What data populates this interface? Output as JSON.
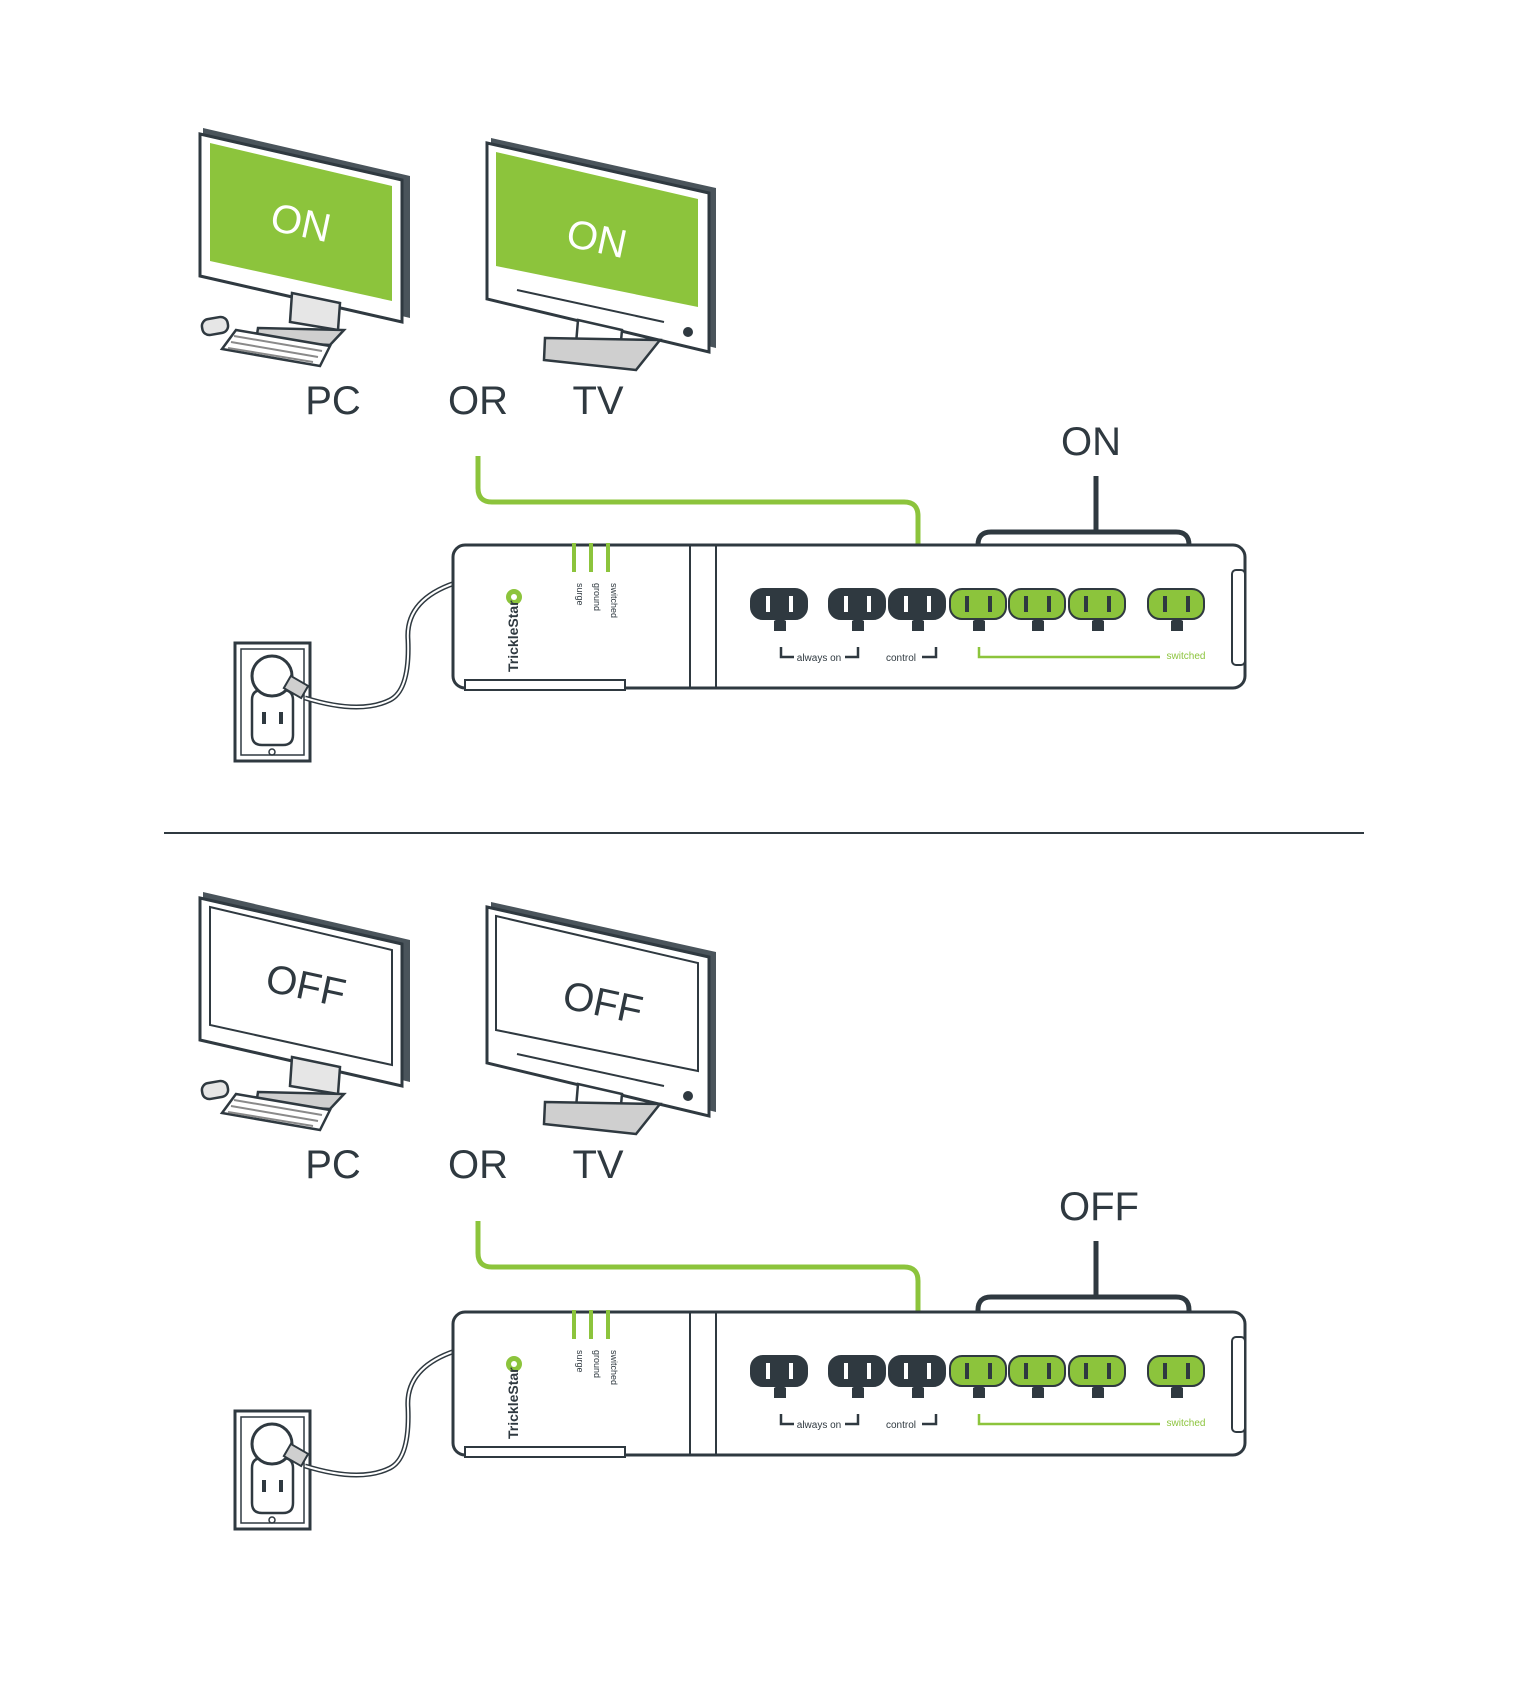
{
  "colors": {
    "green": "#8cc43c",
    "dark": "#2f3940",
    "frame": "#4a545b",
    "light_gray": "#dcdcdc",
    "white": "#ffffff"
  },
  "panels": [
    {
      "state_label": "ON",
      "screen_on": true,
      "pc_screen_text": "ON",
      "tv_screen_text": "ON",
      "pc_label": "PC",
      "or_label": "OR",
      "tv_label": "TV"
    },
    {
      "state_label": "OFF",
      "screen_on": false,
      "pc_screen_text": "OFF",
      "tv_screen_text": "OFF",
      "pc_label": "PC",
      "or_label": "OR",
      "tv_label": "TV"
    }
  ],
  "power_strip": {
    "brand": "TrickleStar",
    "indicators": [
      "surge",
      "ground",
      "switched"
    ],
    "groups": {
      "always_on": "always on",
      "control": "control",
      "switched": "switched"
    },
    "outlets": [
      {
        "group": "always_on",
        "color": "dark"
      },
      {
        "group": "always_on",
        "color": "dark"
      },
      {
        "group": "control",
        "color": "dark"
      },
      {
        "group": "switched",
        "color": "green"
      },
      {
        "group": "switched",
        "color": "green"
      },
      {
        "group": "switched",
        "color": "green"
      },
      {
        "group": "switched",
        "color": "green"
      }
    ]
  },
  "icons": [
    "desktop-monitor-icon",
    "tv-icon",
    "keyboard-icon",
    "mouse-icon",
    "wall-outlet-icon",
    "power-strip-icon",
    "arrow-icon",
    "bracket-icon"
  ]
}
